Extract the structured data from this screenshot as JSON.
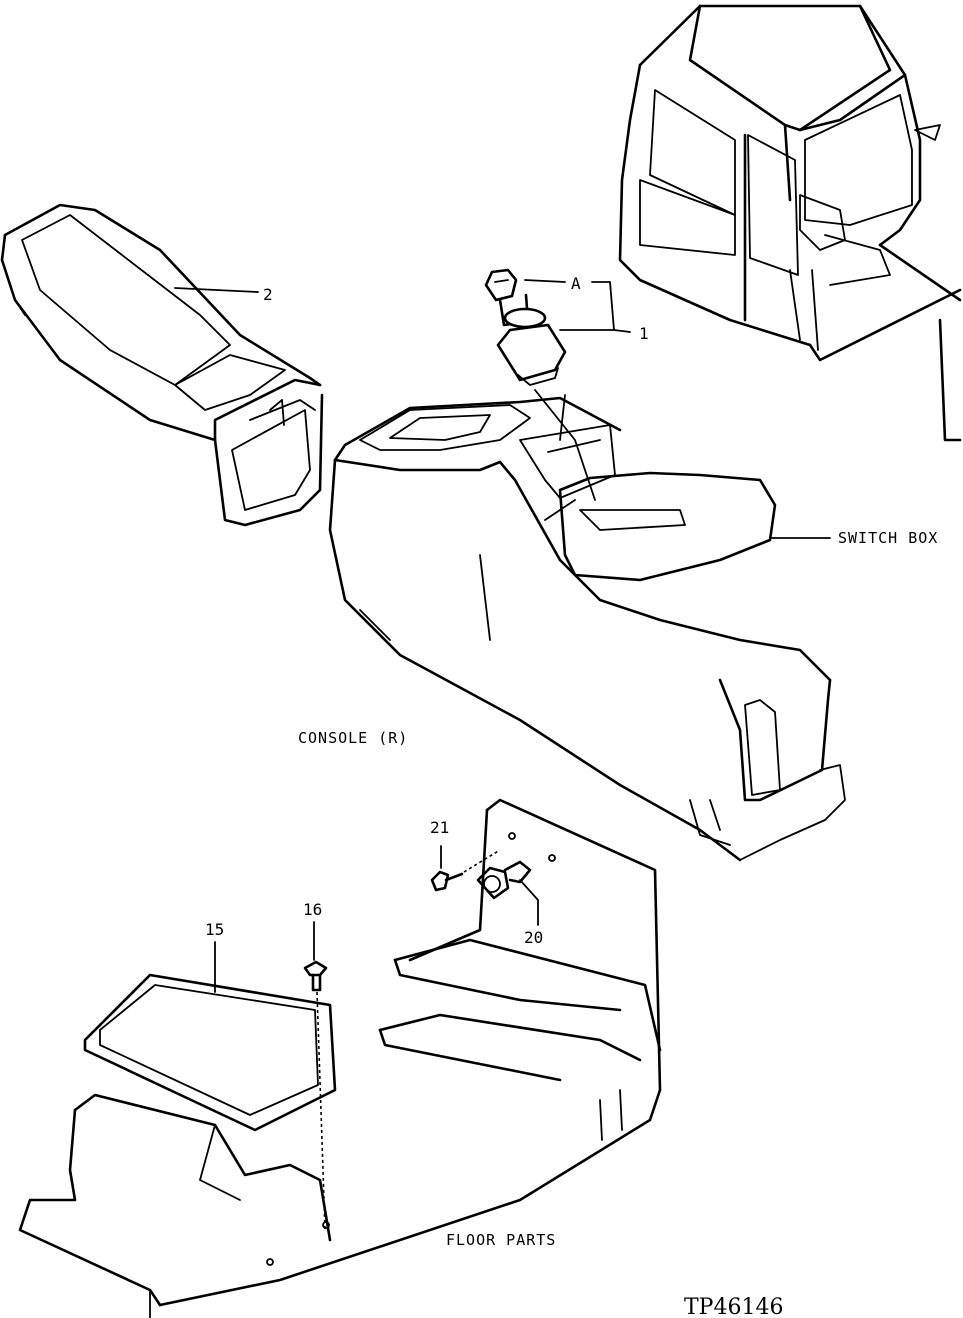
{
  "labels": {
    "part_a": "A",
    "part_1": "1",
    "part_2": "2",
    "part_15": "15",
    "part_16": "16",
    "part_20": "20",
    "part_21": "21",
    "switch_box": "SWITCH BOX",
    "console_r": "CONSOLE (R)",
    "floor_parts": "FLOOR PARTS",
    "figure_ref": "TP46146"
  }
}
